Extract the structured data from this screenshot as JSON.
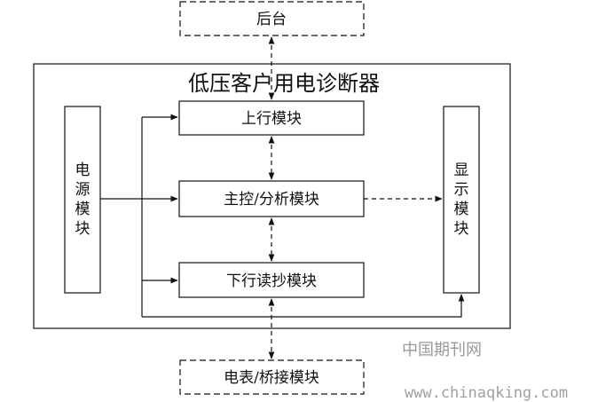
{
  "diagram": {
    "title": "低压客户用电诊断器",
    "nodes": {
      "backend": "后台",
      "uplink": "上行模块",
      "main_control": "主控/分析模块",
      "downlink": "下行读抄模块",
      "meter_bridge": "电表/桥接模块",
      "power": [
        "电",
        "源",
        "模",
        "块"
      ],
      "display": [
        "显",
        "示",
        "模",
        "块"
      ]
    }
  },
  "watermark": {
    "name": "中国期刊网",
    "url": "www.chinaqking.com"
  }
}
